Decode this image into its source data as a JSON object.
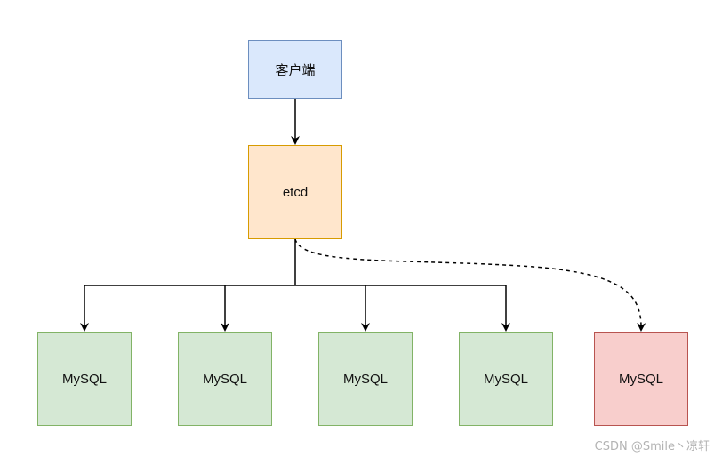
{
  "diagram": {
    "nodes": {
      "client": "客户端",
      "etcd": "etcd",
      "mysql_1": "MySQL",
      "mysql_2": "MySQL",
      "mysql_3": "MySQL",
      "mysql_4": "MySQL",
      "mysql_5": "MySQL"
    },
    "colors": {
      "client_fill": "#dae8fc",
      "client_border": "#6c8ebf",
      "etcd_fill": "#ffe6cc",
      "etcd_border": "#d79b00",
      "mysql_fill": "#d5e8d4",
      "mysql_border": "#82b366",
      "mysql_highlight_fill": "#f8cecc",
      "mysql_highlight_border": "#b85450",
      "edge": "#000000"
    }
  },
  "watermark": "CSDN @Smile丶凉轩"
}
